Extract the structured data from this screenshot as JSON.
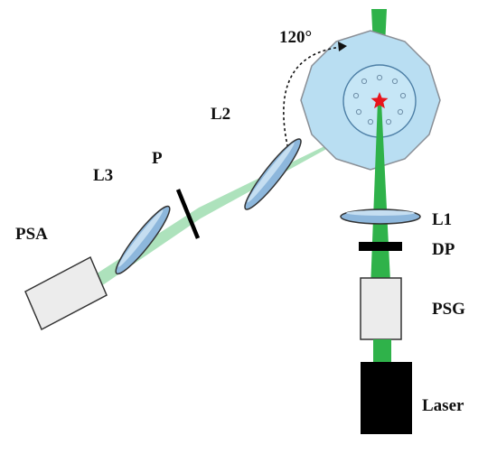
{
  "labels": {
    "angle": "120°",
    "l1": "L1",
    "dp": "DP",
    "psg": "PSG",
    "laser": "Laser",
    "l2": "L2",
    "p": "P",
    "l3": "L3",
    "psa": "PSA"
  },
  "colors": {
    "beam_main": "#2fb24a",
    "beam_scatter": "#a9e0b8",
    "chamber_fill": "#b9def2",
    "chamber_stroke": "#8a8f96",
    "lens_fill": "#8db7dc",
    "lens_stroke": "#333333",
    "box_fill": "#ececec",
    "laser_fill": "#000000",
    "sample_star": "#e8141c"
  }
}
